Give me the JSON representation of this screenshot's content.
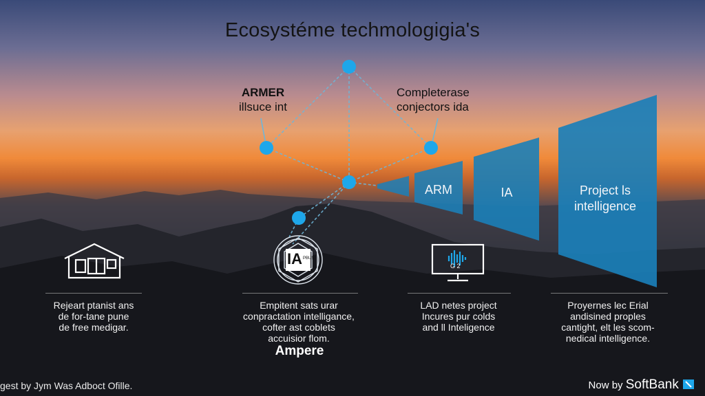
{
  "title": "Ecosystéme techmologigia's",
  "callouts": {
    "left": {
      "line1": "ARMER",
      "line2": "illsuce int"
    },
    "right": {
      "line1": "Completerase",
      "line2": "conjectors ida"
    }
  },
  "panels": [
    {
      "label": "ARM"
    },
    {
      "label": "IA"
    },
    {
      "label": "Project ls intelligence"
    }
  ],
  "icons": [
    {
      "name": "house-icon"
    },
    {
      "name": "ia-chip-icon",
      "text": "IA",
      "subtext": "PBUS"
    },
    {
      "name": "monitor-waveform-icon",
      "text": "G 2"
    }
  ],
  "columns": [
    {
      "lines": [
        "Rejeart ptanist ans",
        "de for-tane pune",
        "de free medigar."
      ]
    },
    {
      "lines": [
        "Empitent sats urar",
        "conpractation intelligance,",
        "cofter ast coblets",
        "accuisior flom."
      ]
    },
    {
      "lines": [
        "LAD netes project",
        "Incures pur colds",
        "and ll Inteligence"
      ]
    },
    {
      "lines": [
        "Proyernes lec Erial",
        "andisined proples",
        "cantight, elt les scom-",
        "nedical intelligence."
      ]
    }
  ],
  "ampere": "Ampere",
  "footer": {
    "left": "gest by Jym Was Adboct Ofille.",
    "right_prefix": "Now by",
    "brand": "SoftBank"
  },
  "colors": {
    "node": "#1ea7ea",
    "panel": "#1b7fb8",
    "line": "#6fb6d8"
  }
}
